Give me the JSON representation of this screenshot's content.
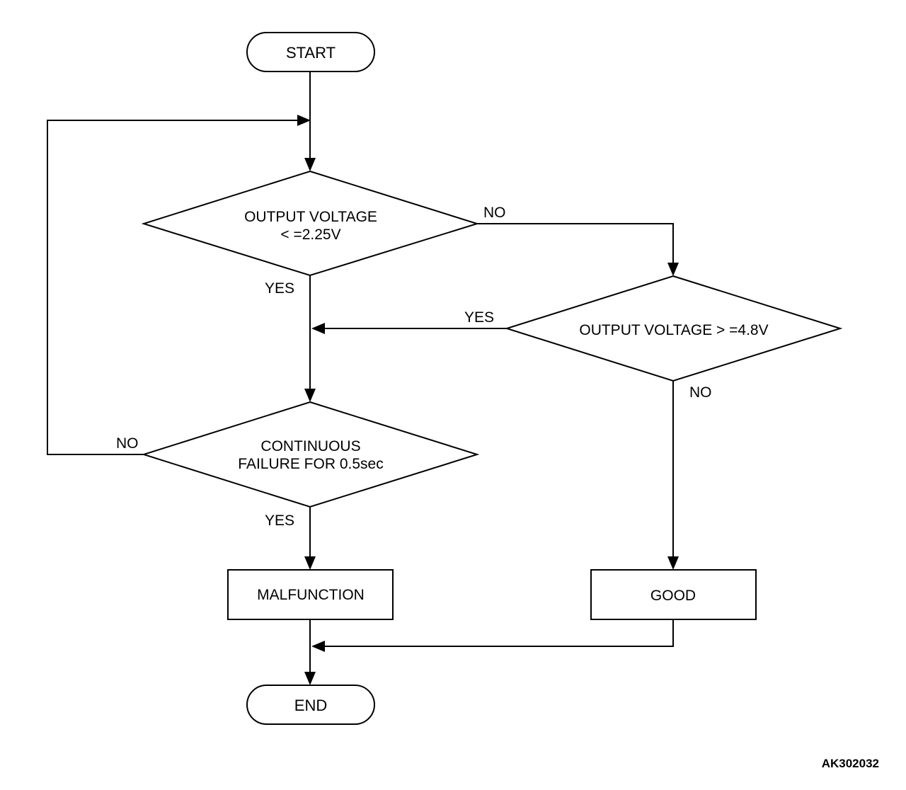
{
  "nodes": {
    "start": "START",
    "decision_low": [
      "OUTPUT VOLTAGE",
      "< =2.25V"
    ],
    "decision_high": "OUTPUT VOLTAGE > =4.8V",
    "decision_continuous": [
      "CONTINUOUS",
      "FAILURE FOR 0.5sec"
    ],
    "malfunction": "MALFUNCTION",
    "good": "GOOD",
    "end": "END"
  },
  "edges": {
    "low_yes": "YES",
    "low_no": "NO",
    "high_yes": "YES",
    "high_no": "NO",
    "continuous_yes": "YES",
    "continuous_no": "NO"
  },
  "figure_code": "AK302032"
}
